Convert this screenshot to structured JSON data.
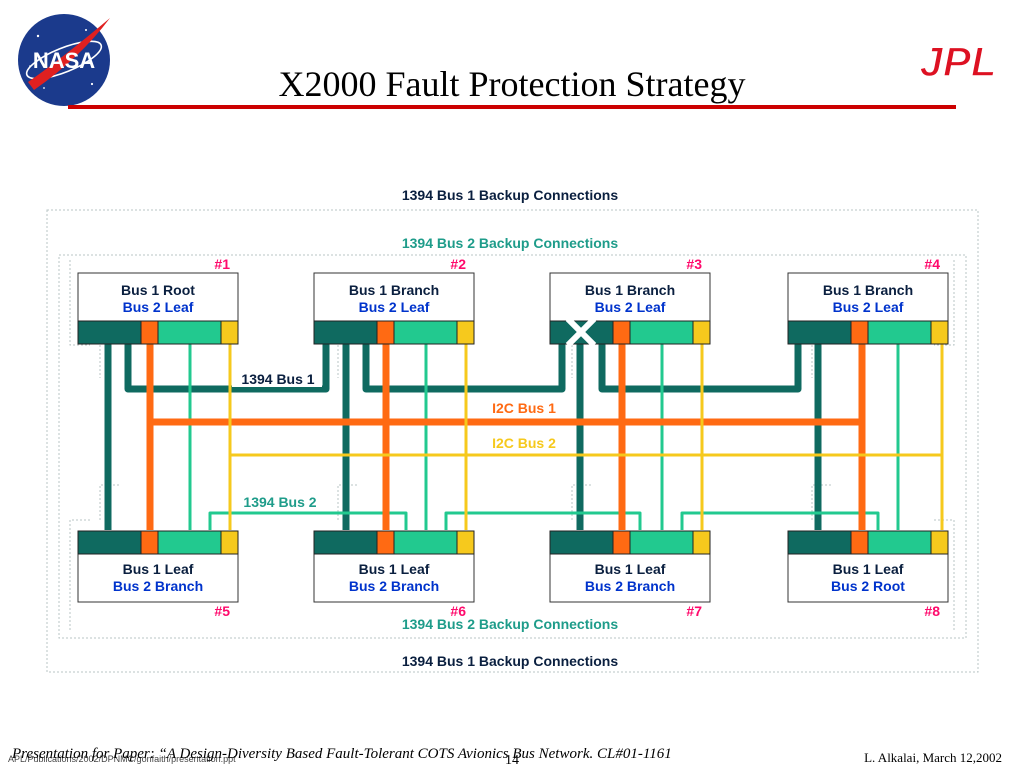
{
  "title": "X2000 Fault Protection Strategy",
  "logos": {
    "nasa": "NASA",
    "jpl": "JPL"
  },
  "colors": {
    "bus1394_1": "#0f6a60",
    "bus1394_2": "#22c98f",
    "i2c_bus1": "#ff6a13",
    "i2c_bus2": "#f6c91d",
    "node_number": "#ff0a6c",
    "label_blue": "#0033cc",
    "label_dark": "#0a1f3f",
    "title_rule": "#cc0000"
  },
  "diagram": {
    "backup_bus1_top": "1394 Bus 1 Backup Connections",
    "backup_bus2_top": "1394 Bus 2 Backup Connections",
    "backup_bus2_bottom": "1394 Bus 2 Backup Connections",
    "backup_bus1_bottom": "1394 Bus 1 Backup Connections",
    "bus1394_1_label": "1394 Bus 1",
    "bus1394_2_label": "1394 Bus 2",
    "i2c_bus1_label": "I2C Bus 1",
    "i2c_bus2_label": "I2C Bus 2",
    "nodes": [
      {
        "number": "#1",
        "line1": "Bus 1 Root",
        "line2": "Bus 2 Leaf"
      },
      {
        "number": "#2",
        "line1": "Bus 1 Branch",
        "line2": "Bus 2 Leaf"
      },
      {
        "number": "#3",
        "line1": "Bus 1 Branch",
        "line2": "Bus 2 Leaf",
        "failed": true
      },
      {
        "number": "#4",
        "line1": "Bus 1 Branch",
        "line2": "Bus 2 Leaf"
      },
      {
        "number": "#5",
        "line1": "Bus 1 Leaf",
        "line2": "Bus 2 Branch"
      },
      {
        "number": "#6",
        "line1": "Bus 1 Leaf",
        "line2": "Bus 2 Branch"
      },
      {
        "number": "#7",
        "line1": "Bus 1 Leaf",
        "line2": "Bus 2 Branch"
      },
      {
        "number": "#8",
        "line1": "Bus 1 Leaf",
        "line2": "Bus 2 Root"
      }
    ]
  },
  "footer": {
    "left_small": "APL/Publications/2002/DPNMC/gonfaith/presentation.ppt",
    "caption": "Presentation for Paper: “A Design-Diversity Based Fault-Tolerant COTS Avionics Bus Network.  CL#01-1161",
    "page_number": "14",
    "author": "L. Alkalai, March 12,2002"
  }
}
